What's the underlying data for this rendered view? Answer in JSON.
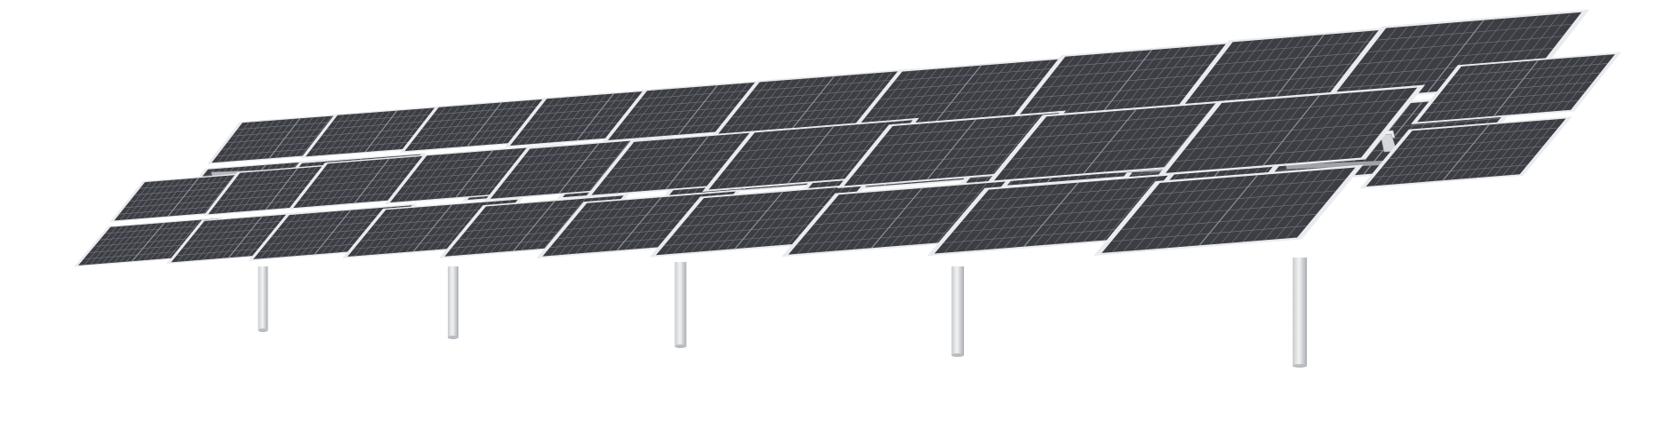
{
  "scene": {
    "subject": "solar-tracker-array",
    "background_color": "#ffffff",
    "panel_color": "#3c3e44",
    "panel_frame_color": "#e9ebee",
    "panel_cell_line_color": "#6e7279",
    "steel_color": "#d3d6da",
    "steel_shadow_color": "#9ea3a9",
    "post_count": 5,
    "panel_group_count": 14
  }
}
